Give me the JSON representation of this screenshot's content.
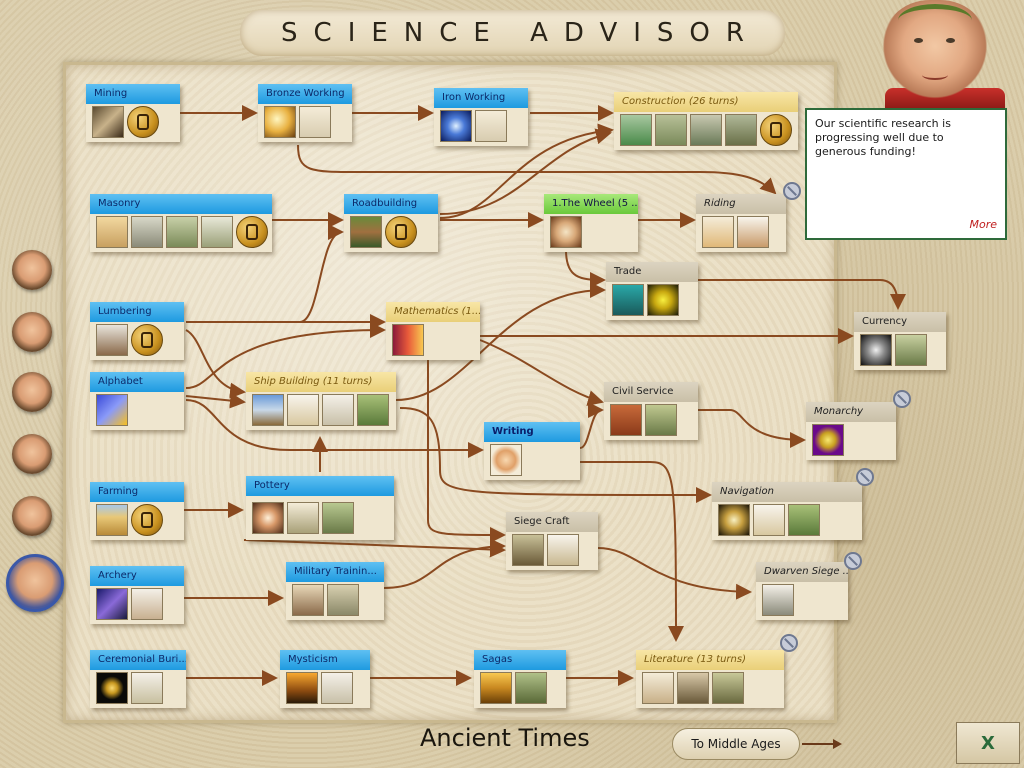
{
  "title": "SCIENCE ADVISOR",
  "speech": {
    "text": "Our scientific research is progressing well due to generous funding!",
    "more": "More"
  },
  "era": {
    "label": "Ancient Times",
    "next_button": "To Middle Ages"
  },
  "close_glyph": "X",
  "techs": {
    "mining": {
      "name": "Mining"
    },
    "bronze": {
      "name": "Bronze Working"
    },
    "iron": {
      "name": "Iron Working"
    },
    "construction": {
      "name": "Construction (26 turns)"
    },
    "masonry": {
      "name": "Masonry"
    },
    "roadbuilding": {
      "name": "Roadbuilding"
    },
    "wheel": {
      "name": "1.The Wheel (5 ..."
    },
    "riding": {
      "name": "Riding"
    },
    "trade": {
      "name": "Trade"
    },
    "lumbering": {
      "name": "Lumbering"
    },
    "mathematics": {
      "name": "Mathematics (1..."
    },
    "currency": {
      "name": "Currency"
    },
    "alphabet": {
      "name": "Alphabet"
    },
    "shipbuilding": {
      "name": "Ship Building (11 turns)"
    },
    "civil": {
      "name": "Civil Service"
    },
    "monarchy": {
      "name": "Monarchy"
    },
    "writing": {
      "name": "Writing"
    },
    "farming": {
      "name": "Farming"
    },
    "pottery": {
      "name": "Pottery"
    },
    "navigation": {
      "name": "Navigation"
    },
    "siegecraft": {
      "name": "Siege Craft"
    },
    "archery": {
      "name": "Archery"
    },
    "military": {
      "name": "Military Trainin..."
    },
    "dwarven": {
      "name": "Dwarven Siege ..."
    },
    "ceremonial": {
      "name": "Ceremonial Buri..."
    },
    "mysticism": {
      "name": "Mysticism"
    },
    "sagas": {
      "name": "Sagas"
    },
    "literature": {
      "name": "Literature (13 turns)"
    }
  },
  "colors": {
    "researched_header": "#1e9ae0",
    "researching_header": "#e9cf78",
    "available_header": "#c9bfa7",
    "current_header": "#6ac93a",
    "arrow": "#8a4a20"
  }
}
